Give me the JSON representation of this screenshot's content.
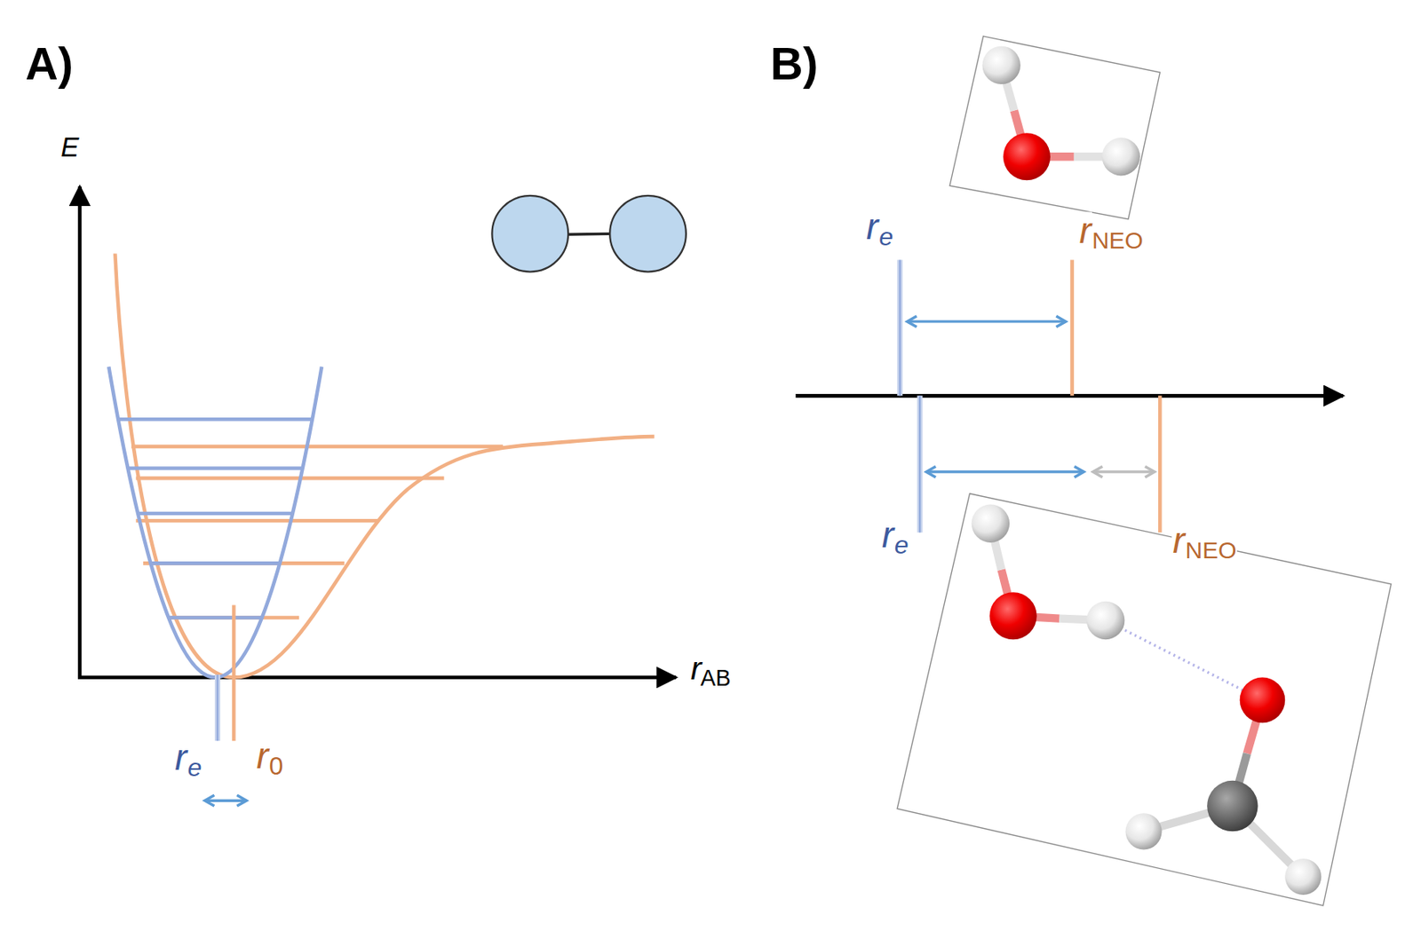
{
  "diagram": {
    "labels": [
      "A)",
      "B)",
      "E",
      "r",
      "AB",
      "r",
      "e",
      "r",
      "0",
      "r",
      "e",
      "r",
      "NEO",
      "r",
      "e",
      "r",
      "NEO"
    ]
  }
}
